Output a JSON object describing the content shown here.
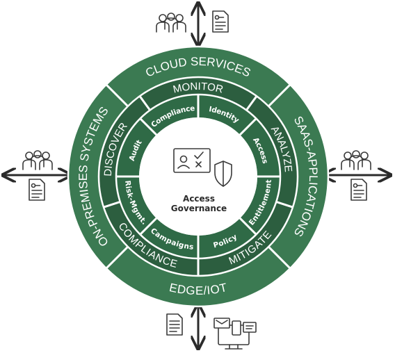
{
  "colors": {
    "ring_outer": "#3b7a52",
    "ring_mid": "#2c5e3f",
    "ring_inner": "#2f6a46",
    "divider": "#ffffff",
    "center": "#ffffff",
    "text_dark": "#2b2b2b",
    "arrow": "#2b2b2b"
  },
  "center": {
    "line1": "Access",
    "line2": "Governance",
    "icons": [
      "identity-check-board-icon",
      "shield-icon"
    ]
  },
  "outer_ring": [
    "CLOUD SERVICES",
    "SAAS-APPLICATIONS",
    "EDGE/IOT",
    "ON-PREMISES SYSTEMS"
  ],
  "middle_ring": [
    "MONITOR",
    "ANALYZE",
    "MITIGATE",
    "COMPLIANCE",
    "DISCOVER"
  ],
  "inner_ring": [
    "Identity",
    "Access",
    "Entitlement",
    "Policy",
    "Campaigns",
    "Risk-Mgmt.",
    "Audit",
    "Compliance"
  ],
  "connectors": {
    "top": [
      "users-group-icon",
      "document-key-icon"
    ],
    "right": [
      "users-group-icon",
      "document-key-icon"
    ],
    "bottom": [
      "document-icon",
      "devices-icon"
    ],
    "left": [
      "users-group-icon",
      "document-key-icon"
    ]
  }
}
